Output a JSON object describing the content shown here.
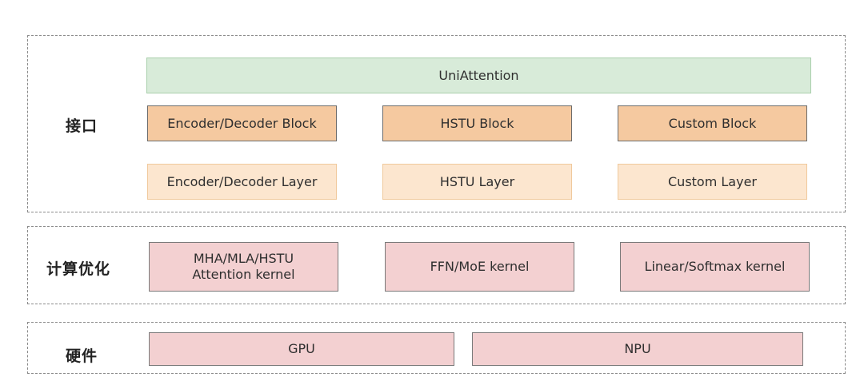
{
  "interface_layer": {
    "label": "接口",
    "uniattention": "UniAttention",
    "blocks": [
      "Encoder/Decoder Block",
      "HSTU Block",
      "Custom Block"
    ],
    "layers": [
      "Encoder/Decoder Layer",
      "HSTU Layer",
      "Custom Layer"
    ]
  },
  "compute_layer": {
    "label": "计算优化",
    "kernels": [
      {
        "line1": "MHA/MLA/HSTU",
        "line2": "Attention kernel"
      },
      {
        "line1": "FFN/MoE kernel",
        "line2": ""
      },
      {
        "line1": "Linear/Softmax kernel",
        "line2": ""
      }
    ]
  },
  "hardware_layer": {
    "label": "硬件",
    "devices": [
      "GPU",
      "NPU"
    ]
  },
  "colors": {
    "uniattention_fill": "#d8ebd9",
    "block_fill": "#f5c9a0",
    "layer_fill": "#fce6cf",
    "kernel_fill": "#f3d0d1",
    "hardware_fill": "#f3d0d1"
  }
}
